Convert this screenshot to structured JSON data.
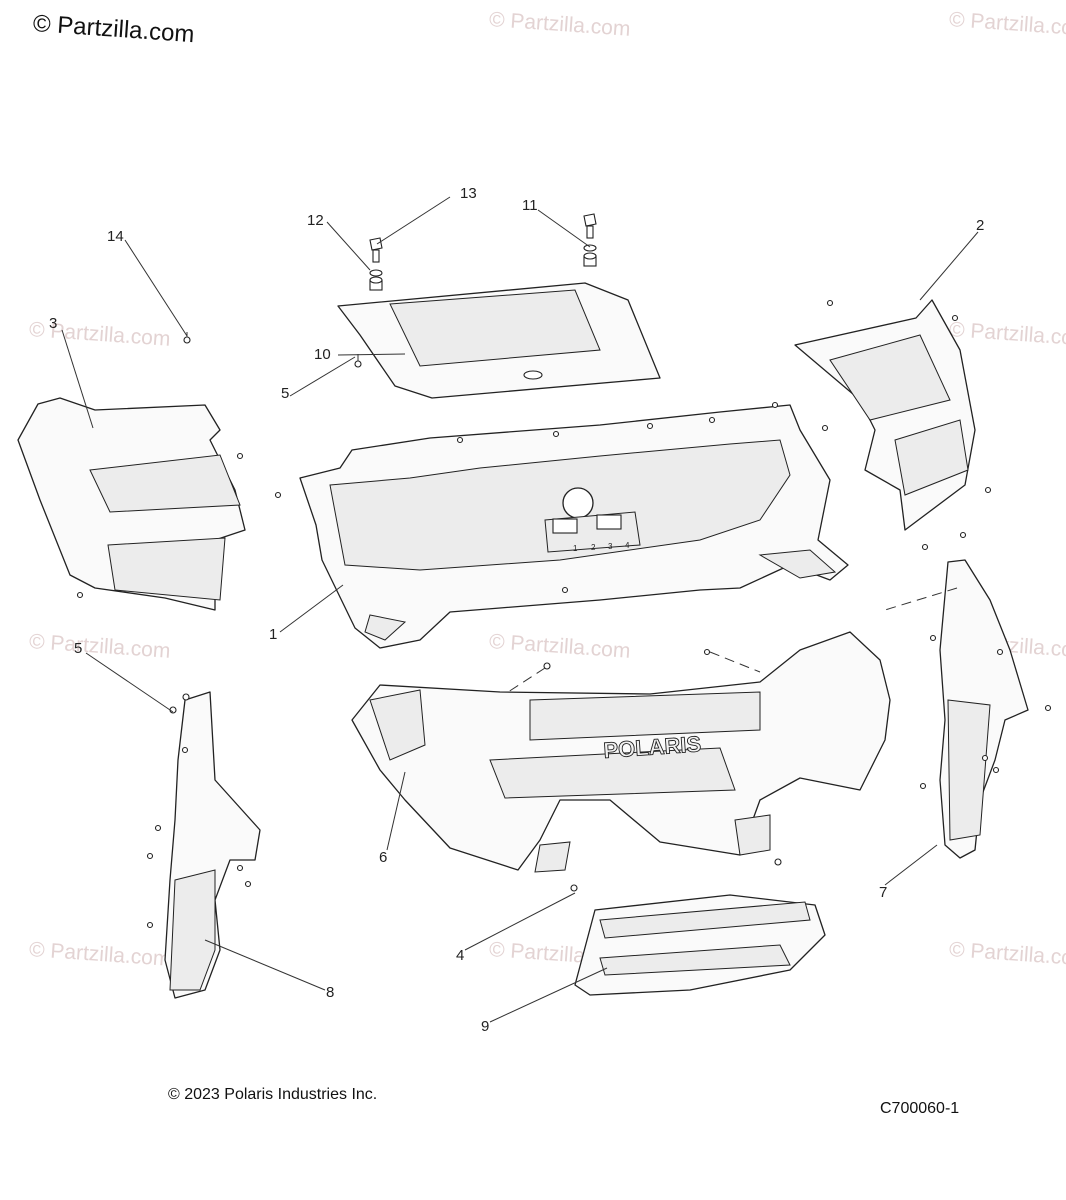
{
  "brand": "© Partzilla.com",
  "watermark": "© Partzilla.com",
  "callouts": {
    "c1": "1",
    "c2": "2",
    "c3": "3",
    "c4": "4",
    "c5a": "5",
    "c5b": "5",
    "c6": "6",
    "c7": "7",
    "c8": "8",
    "c9": "9",
    "c10": "10",
    "c11": "11",
    "c12": "12",
    "c13": "13",
    "c14": "14"
  },
  "grille_text": "POLARIS",
  "connector_digits": [
    "1",
    "2",
    "3",
    "4"
  ],
  "footer": {
    "copyright": "© 2023 Polaris Industries Inc.",
    "diagram_id": "C700060-1"
  }
}
